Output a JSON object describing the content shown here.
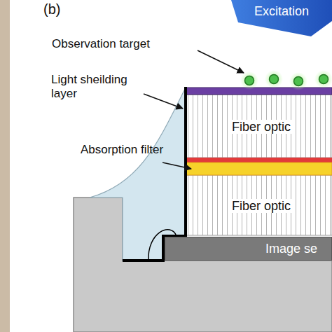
{
  "diagram": {
    "nodes": [
      {
        "text": [
          "Excitation"
        ]
      },
      {
        "text": [
          "Fiber optic"
        ]
      },
      {
        "text": [
          "Fiber optic"
        ]
      },
      {
        "text": [
          "Image se"
        ]
      }
    ],
    "labels": [
      "(b)",
      "Observation target",
      "Light sheilding layer",
      "Absorption filter"
    ]
  }
}
